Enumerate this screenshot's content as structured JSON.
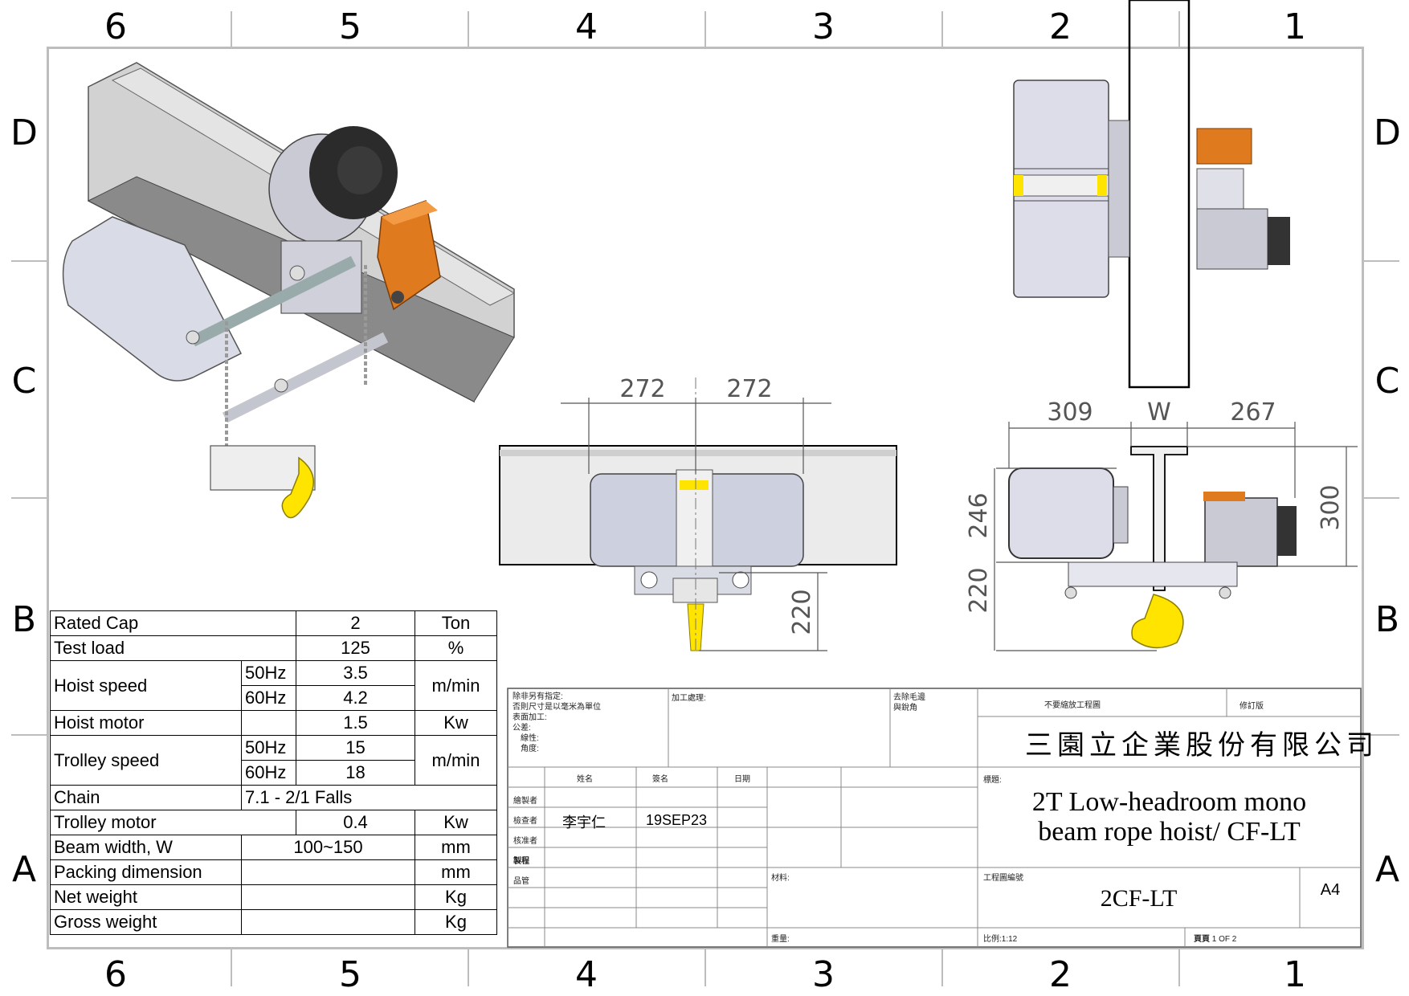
{
  "zones": {
    "columns": [
      "6",
      "5",
      "4",
      "3",
      "2",
      "1"
    ],
    "rows": [
      "D",
      "C",
      "B",
      "A"
    ]
  },
  "dimensions": {
    "front_left": "272",
    "front_right": "272",
    "front_height": "220",
    "side_left": "309",
    "side_w": "W",
    "side_right": "267",
    "side_upper": "246",
    "side_lower": "220",
    "side_total": "300"
  },
  "spec_table": {
    "rated_cap": {
      "label": "Rated Cap",
      "value": "2",
      "unit": "Ton"
    },
    "test_load": {
      "label": "Test load",
      "value": "125",
      "unit": "%"
    },
    "hoist_speed": {
      "label": "Hoist speed",
      "hz50": "50Hz",
      "v50": "3.5",
      "hz60": "60Hz",
      "v60": "4.2",
      "unit": "m/min"
    },
    "hoist_motor": {
      "label": "Hoist motor",
      "value": "1.5",
      "unit": "Kw"
    },
    "trolley_speed": {
      "label": "Trolley speed",
      "hz50": "50Hz",
      "v50": "15",
      "hz60": "60Hz",
      "v60": "18",
      "unit": "m/min"
    },
    "chain": {
      "label": "Chain",
      "value": "7.1 - 2/1 Falls"
    },
    "trolley_motor": {
      "label": "Trolley motor",
      "value": "0.4",
      "unit": "Kw"
    },
    "beam_width": {
      "label": "Beam width, W",
      "value": "100~150",
      "unit": "mm"
    },
    "packing": {
      "label": "Packing dimension",
      "value": "",
      "unit": "mm"
    },
    "net_weight": {
      "label": "Net weight",
      "value": "",
      "unit": "Kg"
    },
    "gross_weight": {
      "label": "Gross weight",
      "value": "",
      "unit": "Kg"
    }
  },
  "title_block": {
    "note_lines": [
      "除非另有指定:",
      "否則尺寸是以毫米為單位",
      "表面加工:",
      "公差:",
      "線性:",
      "角度:"
    ],
    "process": "加工處理:",
    "deburr_1": "去除毛邊",
    "deburr_2": "與銳角",
    "no_scale": "不要縮放工程圖",
    "revision": "修訂版",
    "company": "三園立企業股份有限公司",
    "hdr_name": "姓名",
    "hdr_sign": "簽名",
    "hdr_date": "日期",
    "row_draw": "繪製者",
    "row_check": "檢查者",
    "row_approve": "核准者",
    "row_mfg": "製程",
    "row_qc": "品管",
    "checker_name": "李宇仁",
    "checker_date": "19SEP23",
    "title_label": "標題:",
    "title_line1": "2T Low-headroom mono",
    "title_line2": "beam rope hoist/ CF-LT",
    "material": "材料:",
    "dwg_no_label": "工程圖編號",
    "dwg_no": "2CF-LT",
    "size": "A4",
    "weight": "重量:",
    "scale": "比例:1:12",
    "sheet_label": "頁頁",
    "sheet_value": "1 OF 2"
  }
}
